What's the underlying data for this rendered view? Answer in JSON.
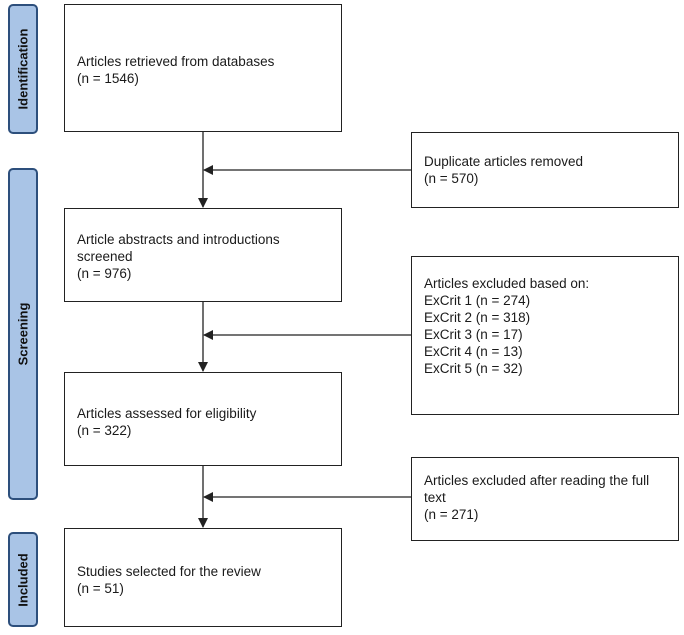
{
  "phases": {
    "identification": "Identification",
    "screening": "Screening",
    "included": "Included"
  },
  "flow": {
    "retrieved": {
      "title": "Articles retrieved from databases",
      "count": "(n = 1546)"
    },
    "screened": {
      "title": "Article abstracts and introductions screened",
      "count": "(n = 976)"
    },
    "assessed": {
      "title": "Articles assessed for eligibility",
      "count": "(n = 322)"
    },
    "included": {
      "title": "Studies selected for the review",
      "count": "(n = 51)"
    }
  },
  "exclusions": {
    "duplicates": {
      "title": "Duplicate articles removed",
      "count": "(n = 570)"
    },
    "criteria": {
      "title": "Articles excluded based on:",
      "items": [
        "ExCrit 1 (n = 274)",
        "ExCrit 2 (n = 318)",
        "ExCrit 3 (n = 17)",
        "ExCrit 4 (n = 13)",
        "ExCrit 5 (n = 32)"
      ]
    },
    "fulltext": {
      "title": "Articles excluded after reading the full text",
      "count": "(n = 271)"
    }
  }
}
